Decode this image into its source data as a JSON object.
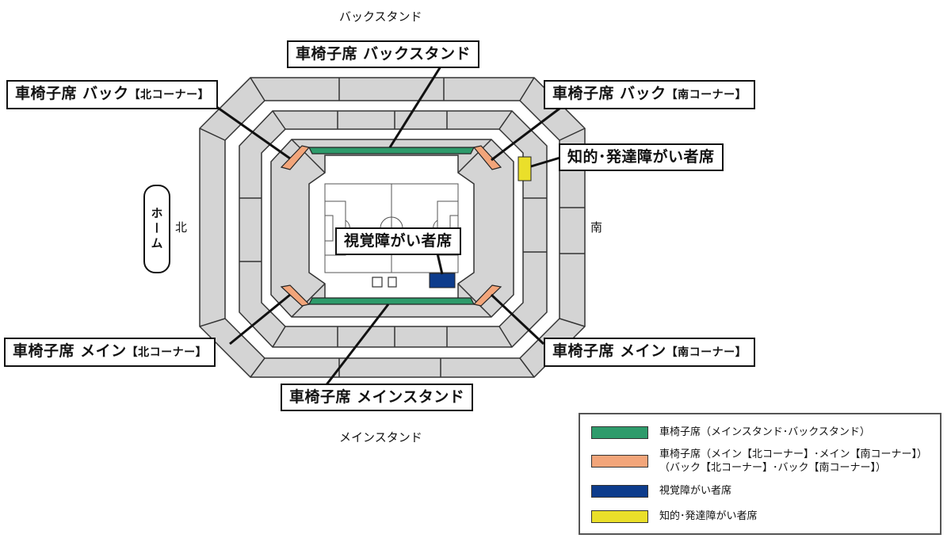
{
  "directions": {
    "back_stand": "バックスタンド",
    "main_stand": "メインスタンド",
    "north": "北",
    "south": "南",
    "home": "ホーム"
  },
  "callouts": {
    "wc_back_stand": "車椅子席 バックスタンド",
    "wc_back_north_main": "車椅子席 バック",
    "wc_back_north_sub": "【北コーナー】",
    "wc_back_south_main": "車椅子席 バック",
    "wc_back_south_sub": "【南コーナー】",
    "intellectual": "知的･発達障がい者席",
    "visual": "視覚障がい者席",
    "wc_main_north_main": "車椅子席 メイン",
    "wc_main_north_sub": "【北コーナー】",
    "wc_main_south_main": "車椅子席 メイン",
    "wc_main_south_sub": "【南コーナー】",
    "wc_main_stand": "車椅子席 メインスタンド"
  },
  "legend": {
    "items": [
      {
        "color": "#2e9b6b",
        "lines": [
          "車椅子席（メインスタンド･バックスタンド）"
        ]
      },
      {
        "color": "#f2a57a",
        "lines": [
          "車椅子席（メイン【北コーナー】･メイン【南コーナー】）",
          "（バック【北コーナー】･バック【南コーナー】）"
        ]
      },
      {
        "color": "#0d3c8c",
        "lines": [
          "視覚障がい者席"
        ]
      },
      {
        "color": "#eadf2a",
        "lines": [
          "知的･発達障がい者席"
        ]
      }
    ]
  },
  "colors": {
    "seat_gray": "#d4d4d4",
    "outline": "#333333",
    "wheelchair_stand": "#2e9b6b",
    "wheelchair_corner": "#f2a57a",
    "visual": "#0d3c8c",
    "intellectual": "#eadf2a"
  }
}
